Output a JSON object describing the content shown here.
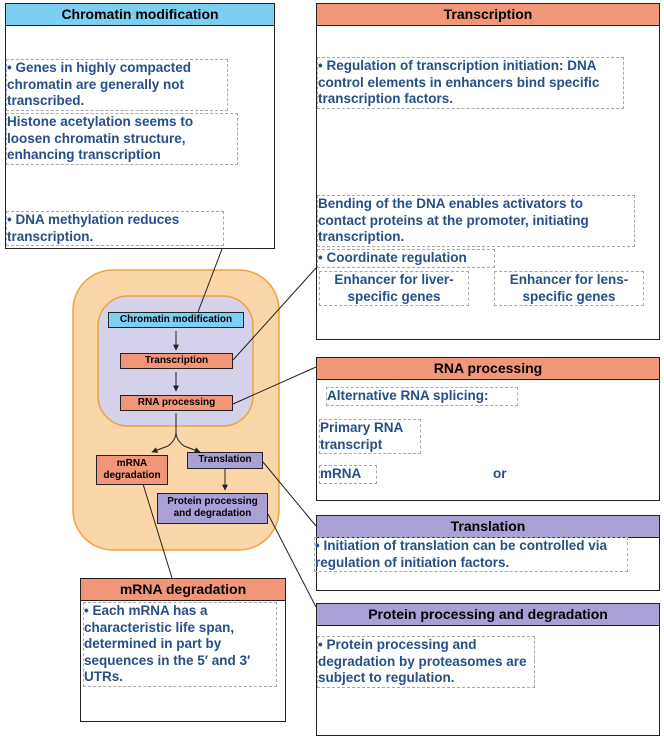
{
  "chromatin": {
    "title": "Chromatin modification",
    "text1": "• Genes in highly compacted chromatin are generally not transcribed.",
    "text2": "Histone acetylation seems to loosen chromatin structure, enhancing transcription",
    "text3": "• DNA methylation reduces transcription."
  },
  "transcription": {
    "title": "Transcription",
    "text1": "• Regulation of transcription initiation: DNA control elements in enhancers bind specific transcription factors.",
    "text2": "Bending of the DNA enables activators to contact proteins at the promoter, initiating transcription.",
    "text3": "• Coordinate regulation",
    "enhancer_liver": "Enhancer for liver-specific genes",
    "enhancer_lens": "Enhancer for lens-specific genes"
  },
  "rna_processing": {
    "title": "RNA processing",
    "text1": "Alternative RNA splicing:",
    "primary": "Primary RNA transcript",
    "mrna": "mRNA",
    "or": "or"
  },
  "translation": {
    "title": "Translation",
    "text1": "• Initiation of translation can be controlled via regulation of initiation factors."
  },
  "protein": {
    "title": "Protein processing and degradation",
    "text1": "• Protein processing and degradation by proteasomes are subject to regulation."
  },
  "mrna_degradation": {
    "title": "mRNA degradation",
    "text1": "• Each mRNA has a characteristic life span, determined in part by sequences in the 5′ and 3′ UTRs."
  },
  "flow": {
    "chromatin": "Chromatin modification",
    "transcription": "Transcription",
    "rna_processing": "RNA processing",
    "mrna_degradation": "mRNA degradation",
    "translation": "Translation",
    "protein": "Protein processing and degradation"
  },
  "colors": {
    "blue_header": "#7ccff0",
    "salmon_header": "#f2967a",
    "purple_header": "#a9a1d6",
    "text_blue": "#264f87",
    "cell_bg": "#fbd6a8",
    "nucleus_bg": "#d3d2ea"
  }
}
